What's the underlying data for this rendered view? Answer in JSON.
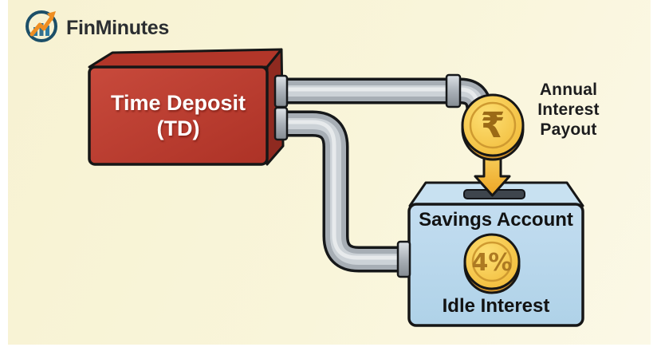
{
  "brand": {
    "name": "FinMinutes",
    "icon": "growth-chart-logo-icon"
  },
  "td_box": {
    "line1": "Time Deposit",
    "line2": "(TD)"
  },
  "annual_payout": {
    "line1": "Annual",
    "line2": "Interest",
    "line3": "Payout"
  },
  "payout_coin": {
    "symbol": "₹"
  },
  "savings_box": {
    "title": "Savings Account",
    "rate": "4%",
    "caption": "Idle Interest"
  },
  "colors": {
    "background": "#f9f5da",
    "td_box_red": "#bf3c2f",
    "savings_box_blue": "#b9d8ec",
    "coin_gold": "#f5c23d",
    "pipe_gray": "#a7aeb5",
    "arrow_gold": "#f2b338",
    "logo_orange": "#ef8e22",
    "logo_blue": "#1c4f68"
  }
}
